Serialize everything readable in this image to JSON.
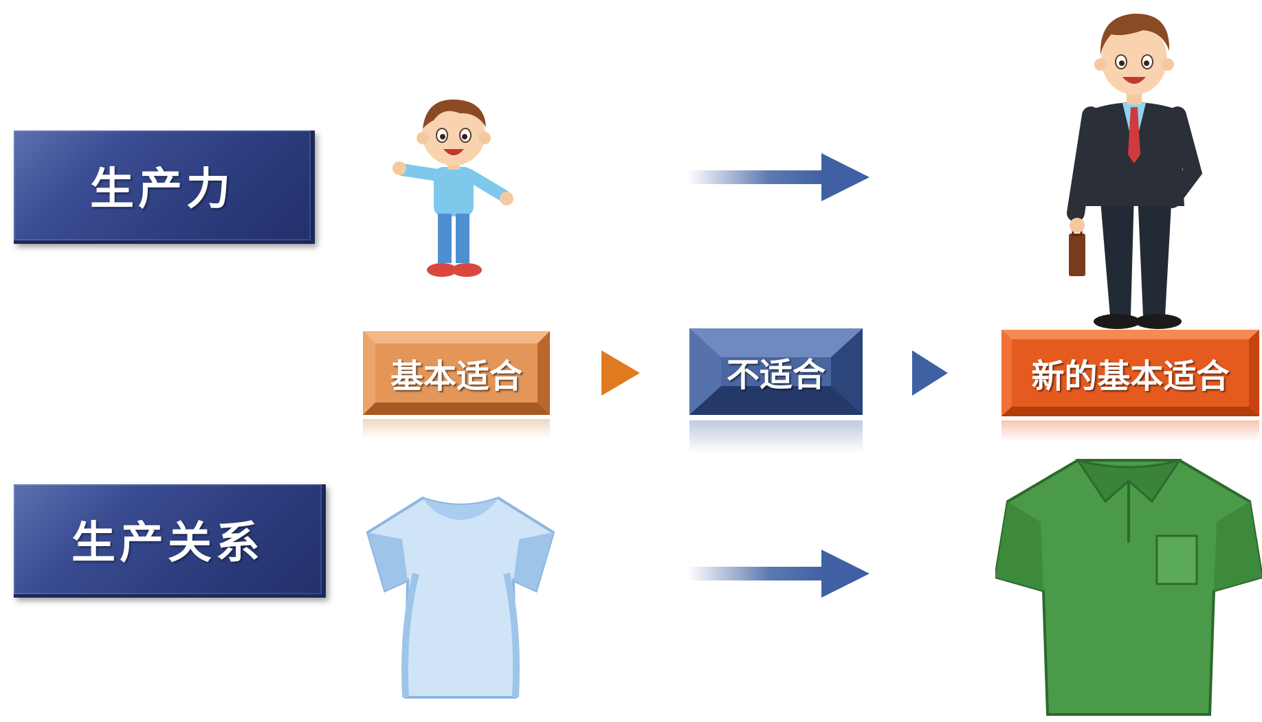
{
  "labels": {
    "productivity": "生产力",
    "relations": "生产关系"
  },
  "stages": {
    "basic_fit": "基本适合",
    "not_fit": "不适合",
    "new_basic_fit": "新的基本适合"
  },
  "colors": {
    "navy": "#2a3a7a",
    "orange_tan": "#e08c4c",
    "blue_steel": "#4a66a0",
    "orange_red": "#e8581c",
    "arrow_blue": "#3f61a3",
    "arrow_orange": "#e07a20",
    "shirt_light_blue": "#cfe4f7",
    "shirt_green": "#4a9a4a"
  },
  "icons": {
    "child": "child-figure-icon",
    "businessman": "businessman-figure-icon",
    "small_shirt": "light-blue-tshirt-icon",
    "big_shirt": "green-polo-shirt-icon"
  }
}
